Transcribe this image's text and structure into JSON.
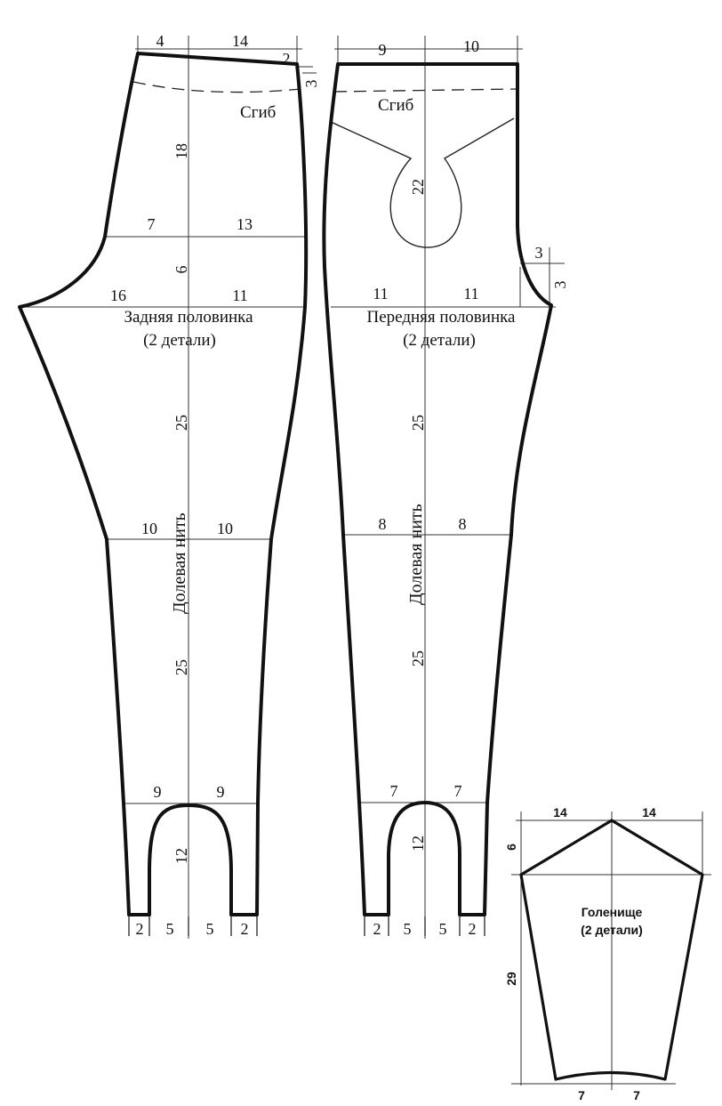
{
  "back": {
    "title": "Задняя  половинка",
    "count": "(2 детали)",
    "fold": "Сгиб",
    "grain": "Долевая нить",
    "dims": {
      "top_left": "4",
      "top_right": "14",
      "top_drop": "2",
      "fold_drop": "3",
      "seat_height": "18",
      "hip_left": "7",
      "hip_right": "13",
      "hip_height": "6",
      "crotch_left": "16",
      "crotch_right": "11",
      "upper_leg": "25",
      "knee_left": "10",
      "knee_right": "10",
      "lower_leg": "25",
      "ankle_left": "9",
      "ankle_right": "9",
      "arch_height": "12",
      "hem": [
        "2",
        "5",
        "5",
        "2"
      ]
    }
  },
  "front": {
    "title": "Передняя  половинка",
    "count": "(2 детали)",
    "fold": "Сгиб",
    "grain": "Долевая нить",
    "dims": {
      "top_left": "9",
      "top_right": "10",
      "pocket": "22",
      "side_top": "3",
      "side_drop": "3",
      "crotch_left": "11",
      "crotch_right": "11",
      "upper_leg": "25",
      "knee_left": "8",
      "knee_right": "8",
      "lower_leg": "25",
      "ankle_left": "7",
      "ankle_right": "7",
      "arch_height": "12",
      "hem": [
        "2",
        "5",
        "5",
        "2"
      ]
    }
  },
  "gaiter": {
    "title": "Голенище",
    "count": "(2 детали)",
    "dims": {
      "top_left": "14",
      "top_right": "14",
      "peak_height": "6",
      "length": "29",
      "bottom_left": "7",
      "bottom_right": "7"
    }
  }
}
